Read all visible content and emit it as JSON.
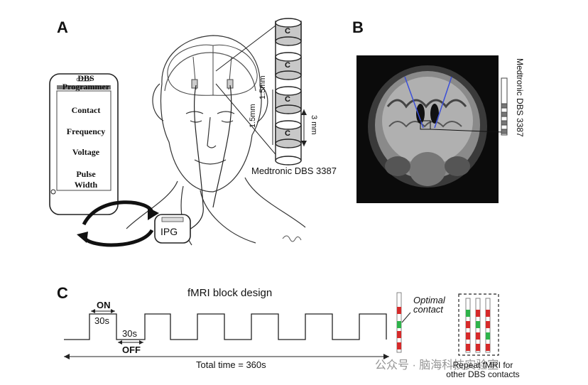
{
  "panels": {
    "a": "A",
    "b": "B",
    "c": "C"
  },
  "programmer": {
    "title_line1": "DBS",
    "title_line2": "Programmer",
    "items": [
      "Contact",
      "Frequency",
      "Voltage",
      "Pulse",
      "Width"
    ]
  },
  "ipg_label": "IPG",
  "electrode": {
    "contact_letter": "C",
    "dim_a": "1.5mm",
    "dim_b": "1.5mm",
    "dim_c": "3 mm",
    "caption": "Medtronic DBS 3387"
  },
  "mri_caption": "Medtronic DBS 3387",
  "block": {
    "title": "fMRI block design",
    "on_label": "ON",
    "on_dur": "30s",
    "off_dur": "30s",
    "off_label": "OFF",
    "total": "Total time = 360s",
    "optimal_line1": "Optimal",
    "optimal_line2": "contact",
    "repeat_line1": "Repeat fMRI for",
    "repeat_line2": "other DBS contacts"
  },
  "watermark": "公众号 · 脑海科技实验室",
  "colors": {
    "contact_red": "#d62a2a",
    "contact_green": "#2eb34a",
    "ink": "#111111"
  }
}
